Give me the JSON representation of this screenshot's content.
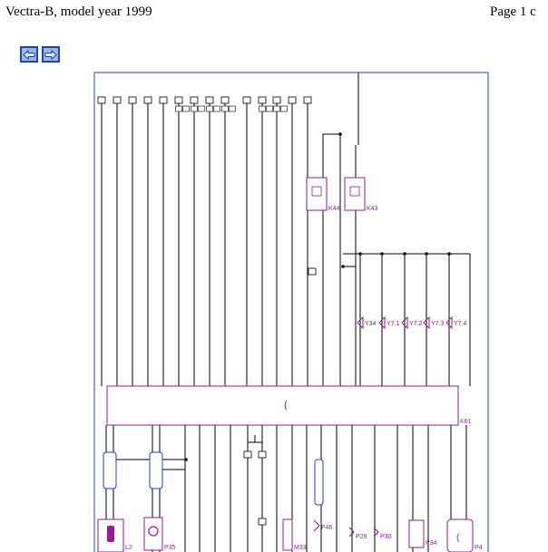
{
  "header": {
    "title": "Vectra-B, model year 1999",
    "page_label": "Page 1 c"
  },
  "nav": {
    "back_icon": "arrow-left-icon",
    "forward_icon": "arrow-right-icon"
  },
  "colors": {
    "frame": "#1f3fbf",
    "wire": "#000000",
    "component": "#9a1a9a",
    "label": "#3a3aa0",
    "button_fill": "#9bb6e2",
    "button_border": "#1f45a8",
    "arrow": "#3a6bd6"
  },
  "diagram": {
    "control_unit": "K61",
    "relays": [
      "K44",
      "K43"
    ],
    "actuators": [
      "Y34",
      "Y7.1",
      "Y7.2",
      "Y7.3",
      "Y7.4"
    ],
    "bottom_components": [
      "L2",
      "P35",
      "M33",
      "P46",
      "P29",
      "P30",
      "P34",
      "P4"
    ]
  }
}
